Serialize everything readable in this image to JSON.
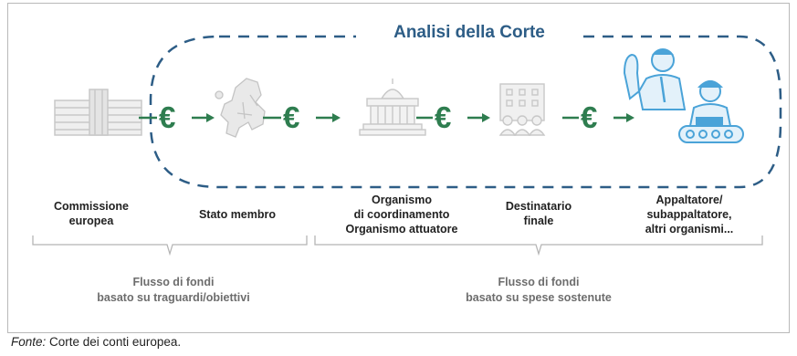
{
  "title": "Analisi della Corte",
  "actors": [
    {
      "lines": [
        "Commissione",
        "europea"
      ]
    },
    {
      "lines": [
        "Stato membro"
      ]
    },
    {
      "lines": [
        "Organismo",
        "di coordinamento",
        "Organismo attuatore"
      ]
    },
    {
      "lines": [
        "Destinatario",
        "finale"
      ]
    },
    {
      "lines": [
        "Appaltatore/",
        "subappaltatore,",
        "altri organismi..."
      ]
    }
  ],
  "flows": [
    {
      "lines": [
        "Flusso di fondi",
        "basato su traguardi/obiettivi"
      ]
    },
    {
      "lines": [
        "Flusso di fondi",
        "basato su spese sostenute"
      ]
    }
  ],
  "source": {
    "lead": "Fonte:",
    "text": " Corte dei conti europea."
  },
  "icons": [
    "commission-building-icon",
    "europe-map-icon",
    "capitol-building-icon",
    "office-building-people-icon",
    "contractor-workers-icon",
    "euro-arrow-icon"
  ],
  "colors": {
    "accent": "#2d5d86",
    "euro": "#2e7d4f",
    "grey_icon": "#c8c8c8",
    "highlight_icon": "#4aa3d8"
  }
}
